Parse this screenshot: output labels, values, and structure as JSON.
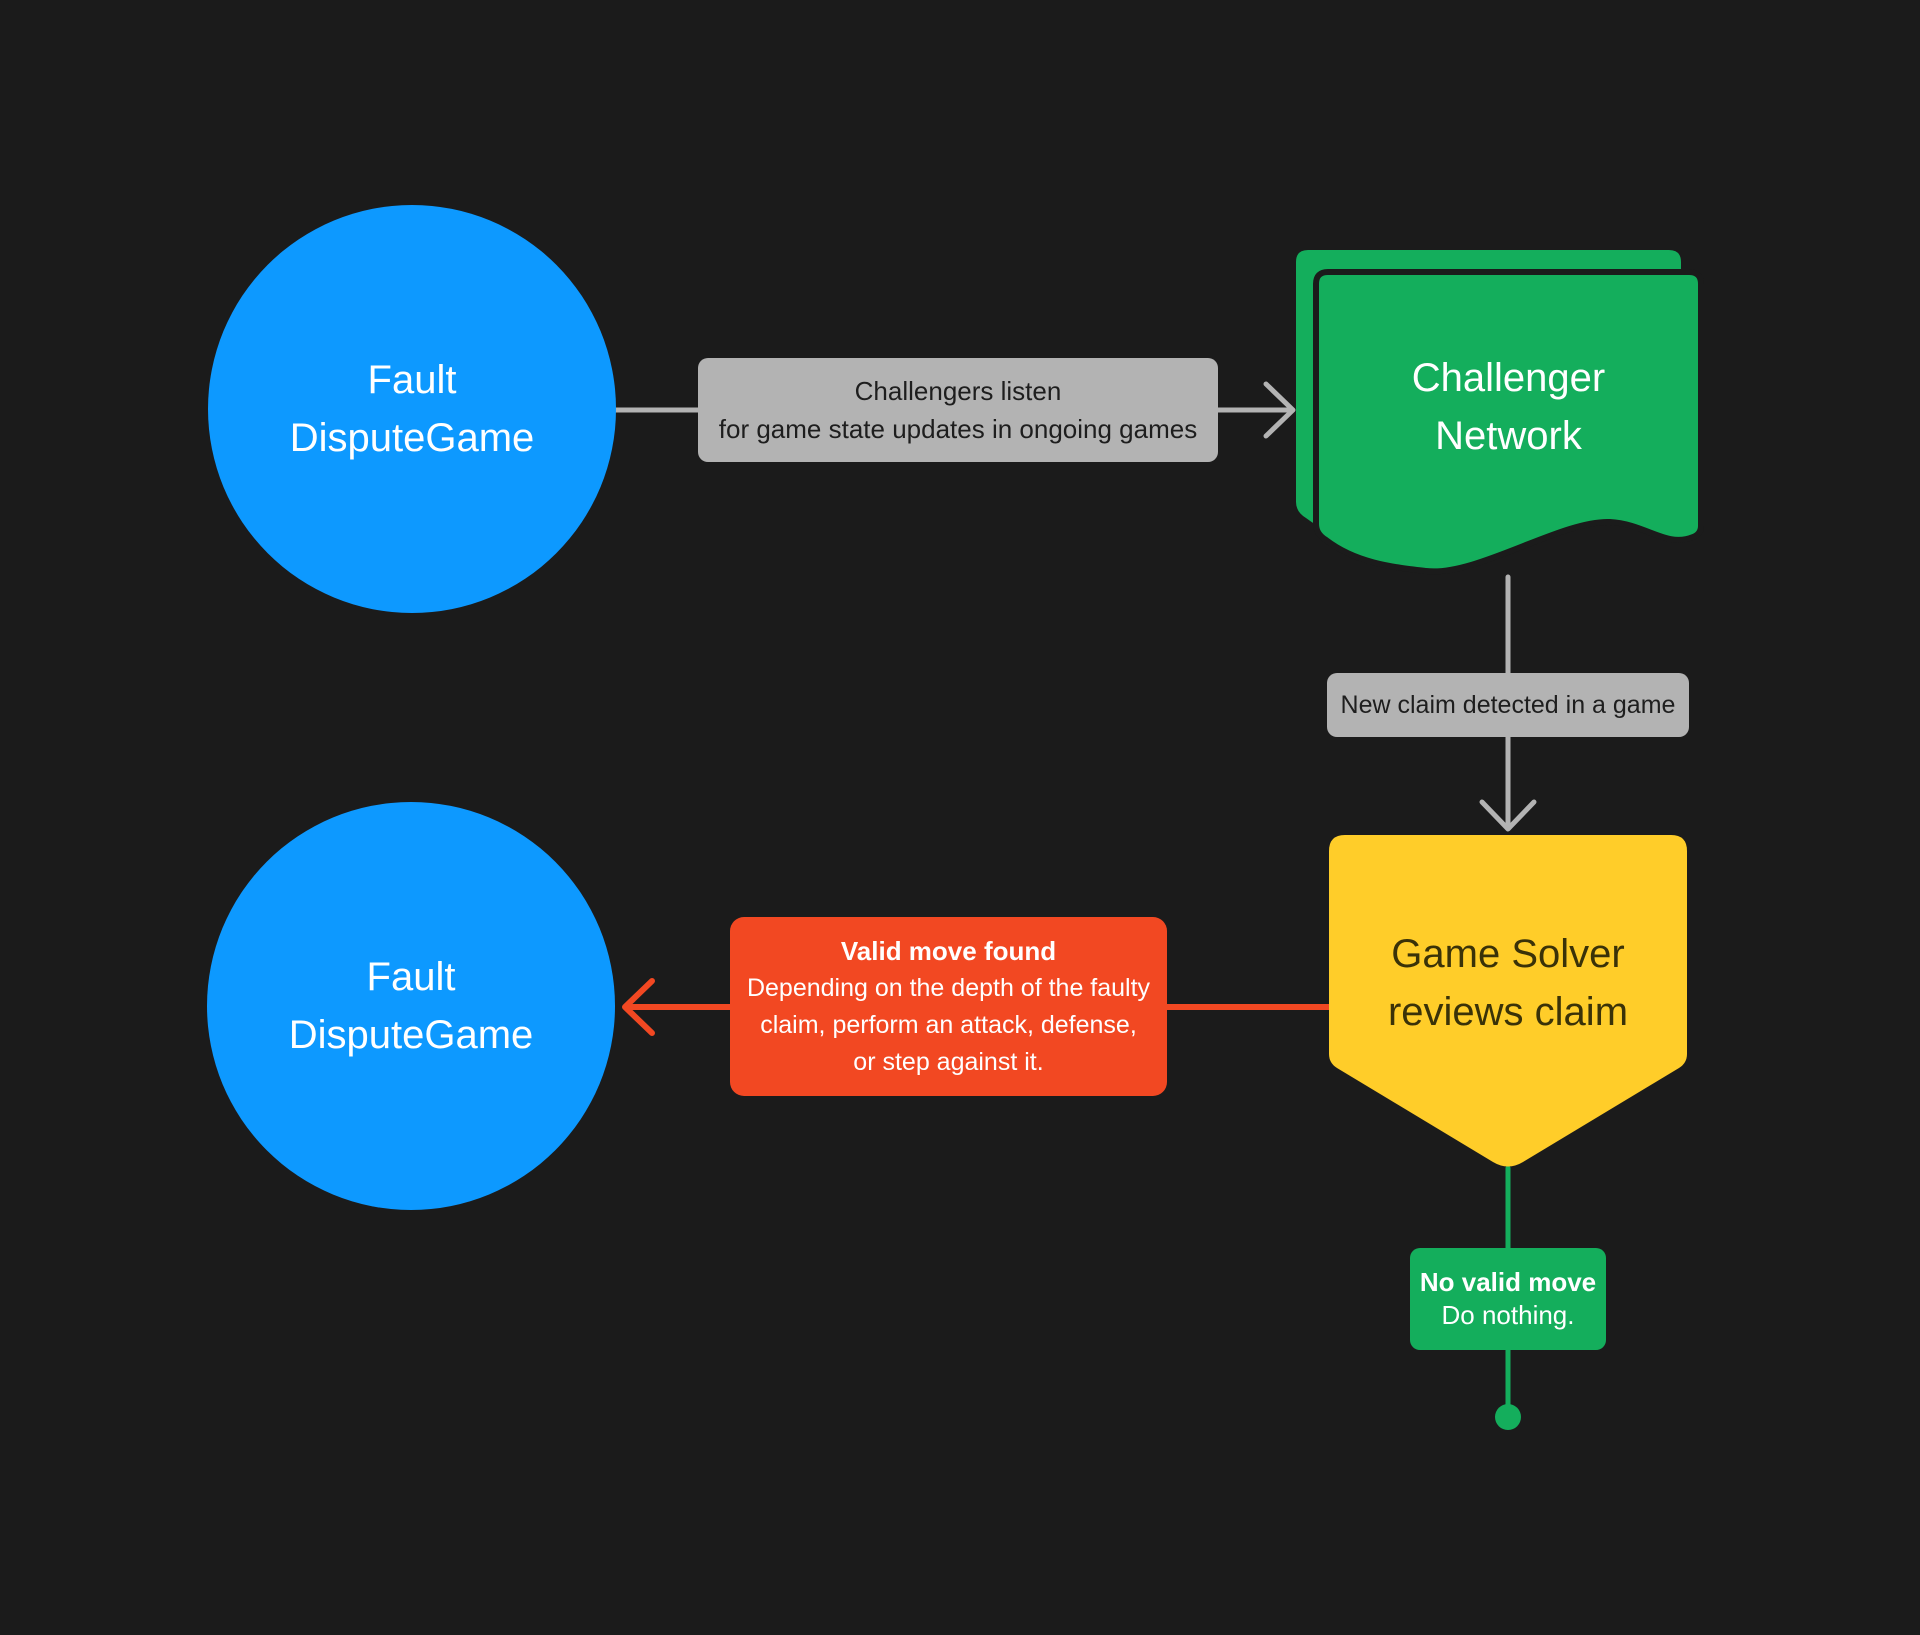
{
  "palette": {
    "background": "#1B1B1B",
    "blue": "#0D99FF",
    "green": "#14AE5C",
    "yellow": "#FFCD29",
    "red": "#F24822",
    "gray": "#B3B3B3",
    "text_light": "#FFFFFF",
    "text_dark": "#1E1E1E",
    "text_on_yellow": "#3A3208"
  },
  "nodes": {
    "fault_top": {
      "line1": "Fault",
      "line2": "DisputeGame"
    },
    "challenger": {
      "line1": "Challenger",
      "line2": "Network"
    },
    "solver": {
      "line1": "Game Solver",
      "line2": "reviews claim"
    },
    "fault_bottom": {
      "line1": "Fault",
      "line2": "DisputeGame"
    }
  },
  "connectors": {
    "listen": {
      "line1": "Challengers listen",
      "line2": "for game state updates in ongoing games"
    },
    "new_claim": {
      "text": "New claim detected in a game"
    },
    "valid_move": {
      "title": "Valid move found",
      "line1": "Depending on the depth of the faulty",
      "line2": "claim, perform an attack, defense,",
      "line3": "or step against it."
    },
    "no_valid_move": {
      "title": "No valid move",
      "body": "Do nothing."
    }
  }
}
